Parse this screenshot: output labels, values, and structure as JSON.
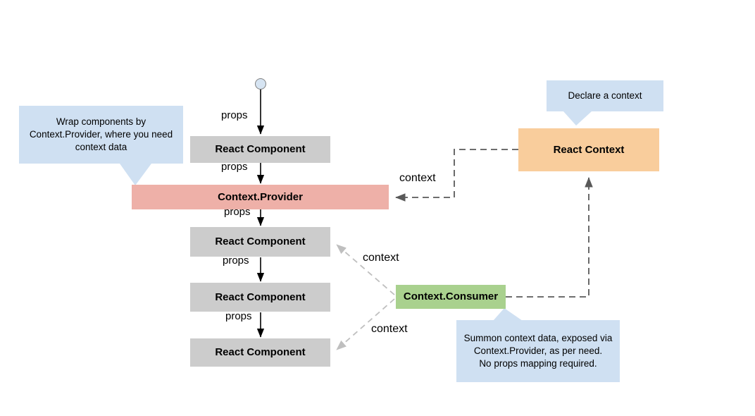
{
  "diagram": {
    "title": "React Context data flow diagram",
    "colors": {
      "component": "#cccccc",
      "provider": "#eeb0a8",
      "context": "#f9cd9c",
      "consumer": "#a9d18e",
      "callout": "#cfe0f2",
      "props_arrow": "#000000",
      "context_arrow": "#595959",
      "consumer_arrow": "#bfbfbf",
      "start_dot_fill": "#d6e4f2",
      "start_dot_stroke": "#808080"
    },
    "nodes": [
      {
        "id": "component-1",
        "label": "React Component",
        "kind": "component"
      },
      {
        "id": "provider",
        "label": "Context.Provider",
        "kind": "provider"
      },
      {
        "id": "component-2",
        "label": "React Component",
        "kind": "component"
      },
      {
        "id": "component-3",
        "label": "React Component",
        "kind": "component"
      },
      {
        "id": "component-4",
        "label": "React Component",
        "kind": "component"
      },
      {
        "id": "context",
        "label": "React Context",
        "kind": "context"
      },
      {
        "id": "consumer",
        "label": "Context.Consumer",
        "kind": "consumer"
      }
    ],
    "edge_labels": {
      "props_1": "props",
      "props_2": "props",
      "props_3": "props",
      "props_4": "props",
      "context_provider": "context",
      "context_upper": "context",
      "context_lower": "context"
    },
    "callouts": [
      {
        "id": "callout-provider",
        "text": "Wrap components by Context.Provider, where you need context data"
      },
      {
        "id": "callout-context",
        "text": "Declare a context"
      },
      {
        "id": "callout-consumer",
        "text": "Summon context data, exposed via Context.Provider, as per need.\nNo props mapping required."
      }
    ]
  }
}
